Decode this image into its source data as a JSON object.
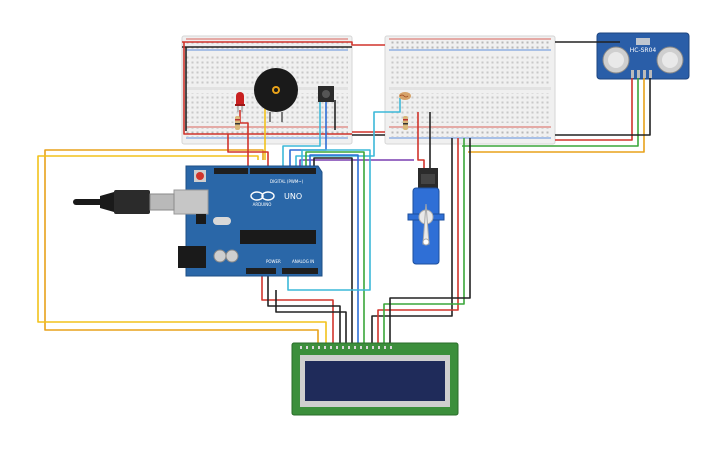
{
  "arduino": {
    "brand": "ARDUINO",
    "model": "UNO",
    "digital_label": "DIGITAL (PWM~)",
    "power_label": "POWER",
    "analog_label": "ANALOG IN"
  },
  "ultrasonic": {
    "model": "HC-SR04"
  },
  "lcd": {
    "rows": 2,
    "cols": 16
  },
  "colors": {
    "red": "#d0342c",
    "black": "#222222",
    "orange": "#e8a21a",
    "yellow": "#f2c21b",
    "green": "#3aa63a",
    "blue": "#2f6fd6",
    "cyan": "#3cb8d8",
    "purple": "#7a3fb0",
    "board": "#2a67a8",
    "lcd_pcb": "#3c8f3c",
    "lcd_screen": "#1f2b5a"
  },
  "icons": [
    "usb-cable-icon",
    "buzzer-icon",
    "led-icon",
    "pushbutton-icon",
    "photoresistor-icon",
    "servo-icon",
    "ultrasonic-sensor-icon",
    "lcd-icon"
  ]
}
